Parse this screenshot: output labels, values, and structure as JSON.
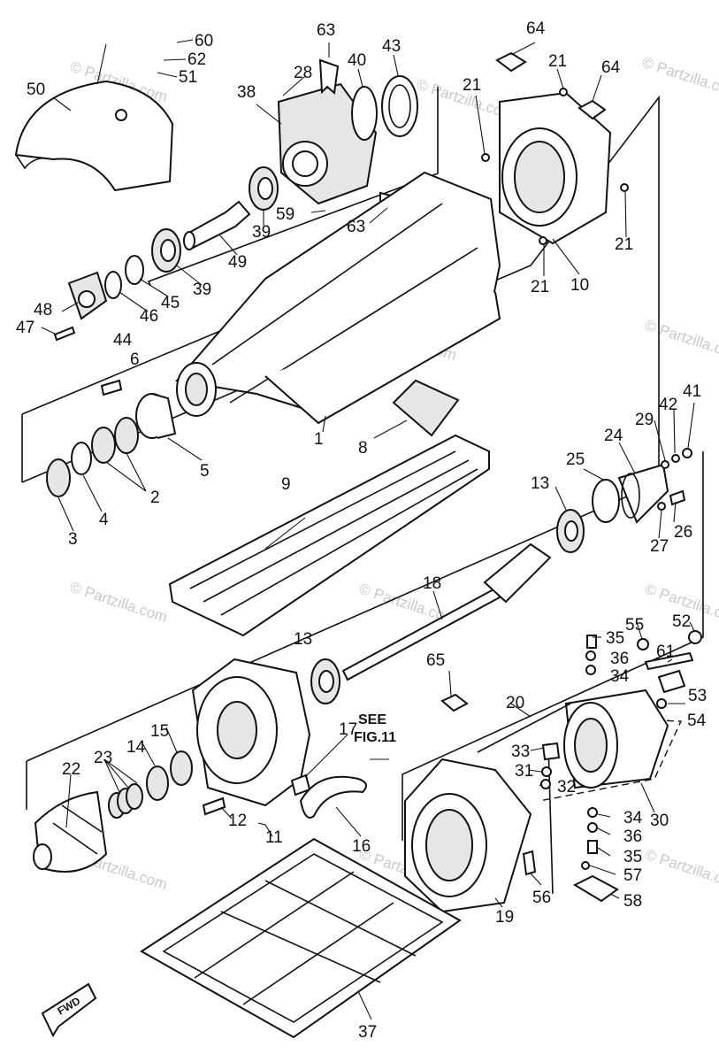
{
  "watermark": "© Partzilla.com",
  "note": {
    "line1": "SEE",
    "line2": "FIG.11"
  },
  "fwd_label": "FWD",
  "callouts": [
    {
      "id": "c60",
      "text": "60"
    },
    {
      "id": "c62",
      "text": "62"
    },
    {
      "id": "c51",
      "text": "51"
    },
    {
      "id": "c50",
      "text": "50"
    },
    {
      "id": "c63a",
      "text": "63"
    },
    {
      "id": "c28",
      "text": "28"
    },
    {
      "id": "c40",
      "text": "40"
    },
    {
      "id": "c43",
      "text": "43"
    },
    {
      "id": "c64a",
      "text": "64"
    },
    {
      "id": "c21a",
      "text": "21"
    },
    {
      "id": "c21b",
      "text": "21"
    },
    {
      "id": "c64b",
      "text": "64"
    },
    {
      "id": "c38",
      "text": "38"
    },
    {
      "id": "c39a",
      "text": "39"
    },
    {
      "id": "c59",
      "text": "59"
    },
    {
      "id": "c63b",
      "text": "63"
    },
    {
      "id": "c49",
      "text": "49"
    },
    {
      "id": "c39b",
      "text": "39"
    },
    {
      "id": "c45",
      "text": "45"
    },
    {
      "id": "c46",
      "text": "46"
    },
    {
      "id": "c48",
      "text": "48"
    },
    {
      "id": "c47",
      "text": "47"
    },
    {
      "id": "c44",
      "text": "44"
    },
    {
      "id": "c21c",
      "text": "21"
    },
    {
      "id": "c21d",
      "text": "21"
    },
    {
      "id": "c10",
      "text": "10"
    },
    {
      "id": "c6",
      "text": "6"
    },
    {
      "id": "c5",
      "text": "5"
    },
    {
      "id": "c1",
      "text": "1"
    },
    {
      "id": "c8",
      "text": "8"
    },
    {
      "id": "c2",
      "text": "2"
    },
    {
      "id": "c3",
      "text": "3"
    },
    {
      "id": "c4",
      "text": "4"
    },
    {
      "id": "c9",
      "text": "9"
    },
    {
      "id": "c41",
      "text": "41"
    },
    {
      "id": "c42",
      "text": "42"
    },
    {
      "id": "c29",
      "text": "29"
    },
    {
      "id": "c24",
      "text": "24"
    },
    {
      "id": "c25",
      "text": "25"
    },
    {
      "id": "c13a",
      "text": "13"
    },
    {
      "id": "c26",
      "text": "26"
    },
    {
      "id": "c27",
      "text": "27"
    },
    {
      "id": "c18",
      "text": "18"
    },
    {
      "id": "c52",
      "text": "52"
    },
    {
      "id": "c55",
      "text": "55"
    },
    {
      "id": "c35a",
      "text": "35"
    },
    {
      "id": "c36a",
      "text": "36"
    },
    {
      "id": "c61",
      "text": "61"
    },
    {
      "id": "c34a",
      "text": "34"
    },
    {
      "id": "c53",
      "text": "53"
    },
    {
      "id": "c54",
      "text": "54"
    },
    {
      "id": "c13b",
      "text": "13"
    },
    {
      "id": "c65",
      "text": "65"
    },
    {
      "id": "c20",
      "text": "20"
    },
    {
      "id": "c17",
      "text": "17"
    },
    {
      "id": "c15",
      "text": "15"
    },
    {
      "id": "c14",
      "text": "14"
    },
    {
      "id": "c23",
      "text": "23"
    },
    {
      "id": "c22",
      "text": "22"
    },
    {
      "id": "c33",
      "text": "33"
    },
    {
      "id": "c31",
      "text": "31"
    },
    {
      "id": "c32",
      "text": "32"
    },
    {
      "id": "c30",
      "text": "30"
    },
    {
      "id": "c12",
      "text": "12"
    },
    {
      "id": "c11",
      "text": "11"
    },
    {
      "id": "c16",
      "text": "16"
    },
    {
      "id": "c34b",
      "text": "34"
    },
    {
      "id": "c36b",
      "text": "36"
    },
    {
      "id": "c35b",
      "text": "35"
    },
    {
      "id": "c57",
      "text": "57"
    },
    {
      "id": "c56",
      "text": "56"
    },
    {
      "id": "c58",
      "text": "58"
    },
    {
      "id": "c19",
      "text": "19"
    },
    {
      "id": "c37",
      "text": "37"
    }
  ]
}
